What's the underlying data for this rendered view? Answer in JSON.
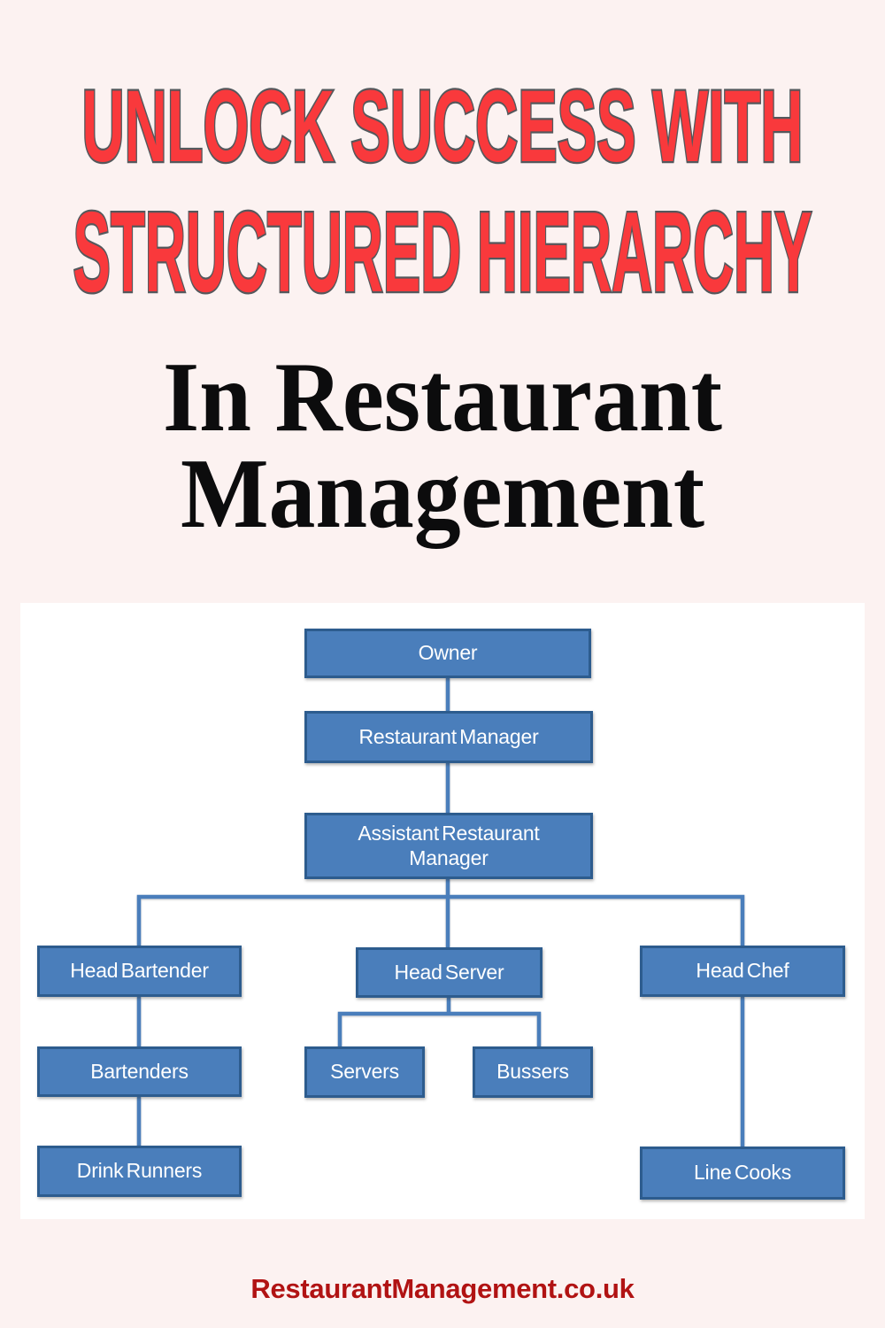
{
  "page_background": "#FCF2F1",
  "title": {
    "line1": "UNLOCK SUCCESS WITH",
    "line2": "STRUCTURED HIERARCHY",
    "fill_color": "#F9393C",
    "outline_color": "#54585C"
  },
  "subtitle": {
    "line1": "In Restaurant",
    "line2": "Management",
    "color": "#0C0C0D"
  },
  "org_chart": {
    "panel_background": "#FFFFFF",
    "node_fill": "#4A7EBB",
    "node_border": "#2D5C8E",
    "node_text_color": "#FFFFFF",
    "connector_color": "#4A7EBB",
    "nodes": [
      {
        "label": "Owner",
        "reports_to": null
      },
      {
        "label": "Restaurant Manager",
        "reports_to": "Owner"
      },
      {
        "label": "Assistant Restaurant Manager",
        "reports_to": "Restaurant Manager"
      },
      {
        "label": "Head Bartender",
        "reports_to": "Assistant Restaurant Manager"
      },
      {
        "label": "Head Server",
        "reports_to": "Assistant Restaurant Manager"
      },
      {
        "label": "Head Chef",
        "reports_to": "Assistant Restaurant Manager"
      },
      {
        "label": "Bartenders",
        "reports_to": "Head Bartender"
      },
      {
        "label": "Servers",
        "reports_to": "Head Server"
      },
      {
        "label": "Bussers",
        "reports_to": "Head Server"
      },
      {
        "label": "Drink Runners",
        "reports_to": "Bartenders"
      },
      {
        "label": "Line Cooks",
        "reports_to": "Head Chef"
      }
    ]
  },
  "footer": {
    "text": "RestaurantManagement.co.uk",
    "color": "#B11313"
  }
}
